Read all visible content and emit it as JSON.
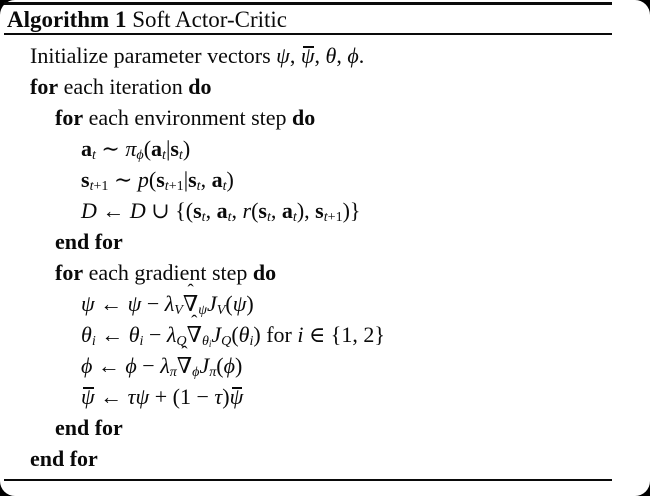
{
  "colors": {
    "frame-bg": "#000000",
    "page-bg": "#ffffff",
    "ink": "#0a0a0a"
  },
  "title": {
    "bold_part": "Algorithm 1",
    "regular_part": " Soft Actor-Critic"
  },
  "algorithm": {
    "lines": [
      {
        "indent": 0,
        "tokens": [
          {
            "st": "rm",
            "t": "Initialize parameter vectors "
          },
          {
            "st": "it",
            "t": "ψ"
          },
          {
            "st": "rm",
            "t": ", "
          },
          {
            "st": "barit",
            "t": "ψ"
          },
          {
            "st": "rm",
            "t": ", "
          },
          {
            "st": "it",
            "t": "θ"
          },
          {
            "st": "rm",
            "t": ", "
          },
          {
            "st": "it",
            "t": "ϕ"
          },
          {
            "st": "rm",
            "t": "."
          }
        ]
      },
      {
        "indent": 0,
        "tokens": [
          {
            "st": "kw",
            "t": "for"
          },
          {
            "st": "rm",
            "t": " each iteration "
          },
          {
            "st": "kw",
            "t": "do"
          }
        ]
      },
      {
        "indent": 1,
        "tokens": [
          {
            "st": "kw",
            "t": "for"
          },
          {
            "st": "rm",
            "t": " each environment step "
          },
          {
            "st": "kw",
            "t": "do"
          }
        ]
      },
      {
        "indent": 2,
        "tokens": [
          {
            "st": "bf",
            "t": "a",
            "sub": [
              {
                "st": "it",
                "t": "t"
              }
            ]
          },
          {
            "st": "rm",
            "t": " ∼ "
          },
          {
            "st": "it",
            "t": "π",
            "sub": [
              {
                "st": "it",
                "t": "ϕ"
              }
            ]
          },
          {
            "st": "rm",
            "t": "("
          },
          {
            "st": "bf",
            "t": "a",
            "sub": [
              {
                "st": "it",
                "t": "t"
              }
            ]
          },
          {
            "st": "rm",
            "t": "|"
          },
          {
            "st": "bf",
            "t": "s",
            "sub": [
              {
                "st": "it",
                "t": "t"
              }
            ]
          },
          {
            "st": "rm",
            "t": ")"
          }
        ]
      },
      {
        "indent": 2,
        "tokens": [
          {
            "st": "bf",
            "t": "s",
            "sub": [
              {
                "st": "it",
                "t": "t"
              },
              {
                "st": "rm",
                "t": "+1"
              }
            ]
          },
          {
            "st": "rm",
            "t": " ∼ "
          },
          {
            "st": "it",
            "t": "p"
          },
          {
            "st": "rm",
            "t": "("
          },
          {
            "st": "bf",
            "t": "s",
            "sub": [
              {
                "st": "it",
                "t": "t"
              },
              {
                "st": "rm",
                "t": "+1"
              }
            ]
          },
          {
            "st": "rm",
            "t": "|"
          },
          {
            "st": "bf",
            "t": "s",
            "sub": [
              {
                "st": "it",
                "t": "t"
              }
            ]
          },
          {
            "st": "rm",
            "t": ", "
          },
          {
            "st": "bf",
            "t": "a",
            "sub": [
              {
                "st": "it",
                "t": "t"
              }
            ]
          },
          {
            "st": "rm",
            "t": ")"
          }
        ]
      },
      {
        "indent": 2,
        "tokens": [
          {
            "st": "cal",
            "t": "D"
          },
          {
            "st": "rm",
            "t": " ← "
          },
          {
            "st": "cal",
            "t": "D"
          },
          {
            "st": "rm",
            "t": " ∪ {("
          },
          {
            "st": "bf",
            "t": "s",
            "sub": [
              {
                "st": "it",
                "t": "t"
              }
            ]
          },
          {
            "st": "rm",
            "t": ", "
          },
          {
            "st": "bf",
            "t": "a",
            "sub": [
              {
                "st": "it",
                "t": "t"
              }
            ]
          },
          {
            "st": "rm",
            "t": ", "
          },
          {
            "st": "it",
            "t": "r"
          },
          {
            "st": "rm",
            "t": "("
          },
          {
            "st": "bf",
            "t": "s",
            "sub": [
              {
                "st": "it",
                "t": "t"
              }
            ]
          },
          {
            "st": "rm",
            "t": ", "
          },
          {
            "st": "bf",
            "t": "a",
            "sub": [
              {
                "st": "it",
                "t": "t"
              }
            ]
          },
          {
            "st": "rm",
            "t": "), "
          },
          {
            "st": "bf",
            "t": "s",
            "sub": [
              {
                "st": "it",
                "t": "t"
              },
              {
                "st": "rm",
                "t": "+1"
              }
            ]
          },
          {
            "st": "rm",
            "t": ")}"
          }
        ]
      },
      {
        "indent": 1,
        "tokens": [
          {
            "st": "kw",
            "t": "end for"
          }
        ]
      },
      {
        "indent": 1,
        "tokens": [
          {
            "st": "kw",
            "t": "for"
          },
          {
            "st": "rm",
            "t": " each gradient step "
          },
          {
            "st": "kw",
            "t": "do"
          }
        ]
      },
      {
        "indent": 2,
        "tokens": [
          {
            "st": "it",
            "t": "ψ"
          },
          {
            "st": "rm",
            "t": " ← "
          },
          {
            "st": "it",
            "t": "ψ"
          },
          {
            "st": "rm",
            "t": " − "
          },
          {
            "st": "it",
            "t": "λ",
            "sub": [
              {
                "st": "it",
                "t": "V"
              }
            ]
          },
          {
            "st": "hat",
            "t": "∇",
            "sub": [
              {
                "st": "it",
                "t": "ψ"
              }
            ]
          },
          {
            "st": "it",
            "t": "J",
            "sub": [
              {
                "st": "it",
                "t": "V"
              }
            ]
          },
          {
            "st": "rm",
            "t": "("
          },
          {
            "st": "it",
            "t": "ψ"
          },
          {
            "st": "rm",
            "t": ")"
          }
        ]
      },
      {
        "indent": 2,
        "tokens": [
          {
            "st": "it",
            "t": "θ",
            "sub": [
              {
                "st": "it",
                "t": "i"
              }
            ]
          },
          {
            "st": "rm",
            "t": " ← "
          },
          {
            "st": "it",
            "t": "θ",
            "sub": [
              {
                "st": "it",
                "t": "i"
              }
            ]
          },
          {
            "st": "rm",
            "t": " − "
          },
          {
            "st": "it",
            "t": "λ",
            "sub": [
              {
                "st": "it",
                "t": "Q"
              }
            ]
          },
          {
            "st": "hat",
            "t": "∇",
            "sub": [
              {
                "st": "it",
                "t": "θ",
                "sub": [
                  {
                    "st": "it",
                    "t": "i"
                  }
                ]
              }
            ]
          },
          {
            "st": "it",
            "t": "J",
            "sub": [
              {
                "st": "it",
                "t": "Q"
              }
            ]
          },
          {
            "st": "rm",
            "t": "("
          },
          {
            "st": "it",
            "t": "θ",
            "sub": [
              {
                "st": "it",
                "t": "i"
              }
            ]
          },
          {
            "st": "rm",
            "t": ") for "
          },
          {
            "st": "it",
            "t": "i"
          },
          {
            "st": "rm",
            "t": " ∈ {1, 2}"
          }
        ]
      },
      {
        "indent": 2,
        "tokens": [
          {
            "st": "it",
            "t": "ϕ"
          },
          {
            "st": "rm",
            "t": " ← "
          },
          {
            "st": "it",
            "t": "ϕ"
          },
          {
            "st": "rm",
            "t": " − "
          },
          {
            "st": "it",
            "t": "λ",
            "sub": [
              {
                "st": "it",
                "t": "π"
              }
            ]
          },
          {
            "st": "hat",
            "t": "∇",
            "sub": [
              {
                "st": "it",
                "t": "ϕ"
              }
            ]
          },
          {
            "st": "it",
            "t": "J",
            "sub": [
              {
                "st": "it",
                "t": "π"
              }
            ]
          },
          {
            "st": "rm",
            "t": "("
          },
          {
            "st": "it",
            "t": "ϕ"
          },
          {
            "st": "rm",
            "t": ")"
          }
        ]
      },
      {
        "indent": 2,
        "tokens": [
          {
            "st": "barit",
            "t": "ψ"
          },
          {
            "st": "rm",
            "t": " ← "
          },
          {
            "st": "it",
            "t": "τ"
          },
          {
            "st": "it",
            "t": "ψ"
          },
          {
            "st": "rm",
            "t": " + (1 − "
          },
          {
            "st": "it",
            "t": "τ"
          },
          {
            "st": "rm",
            "t": ")"
          },
          {
            "st": "barit",
            "t": "ψ"
          }
        ]
      },
      {
        "indent": 1,
        "tokens": [
          {
            "st": "kw",
            "t": "end for"
          }
        ]
      },
      {
        "indent": 0,
        "tokens": [
          {
            "st": "kw",
            "t": "end for"
          }
        ]
      }
    ]
  }
}
